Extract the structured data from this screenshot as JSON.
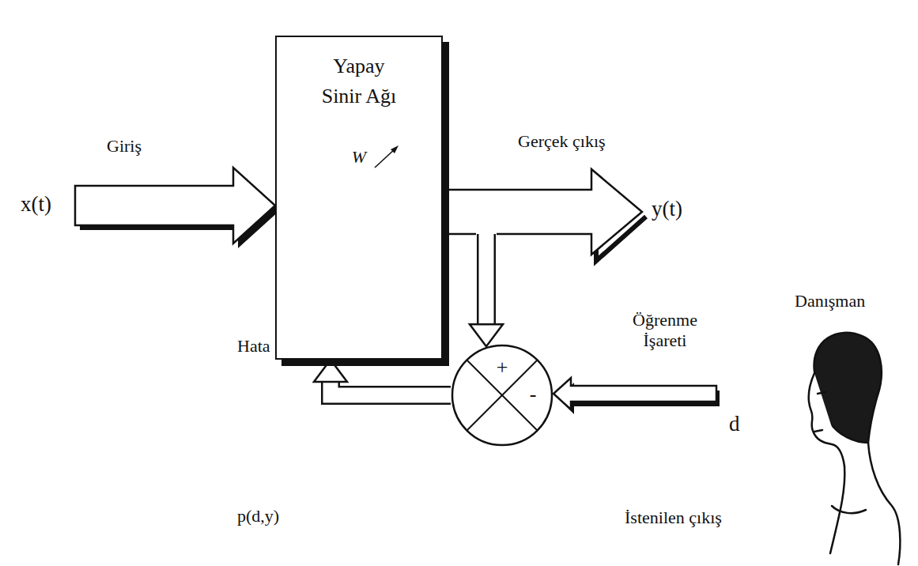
{
  "diagram": {
    "nodes": [
      {
        "text": [
          "Yapay Sinir Ağı",
          "W"
        ]
      },
      {
        "text": [
          "+",
          "-"
        ]
      }
    ],
    "edges": [
      {
        "from": 0,
        "to": 1,
        "arrow": "to"
      },
      {
        "from": 1,
        "to": 0,
        "arrow": "to"
      }
    ],
    "labels": [
      "Giriş",
      "x(t)",
      "Gerçek çıkış",
      "y(t)",
      "Hata",
      "p(d,y)",
      "Öğrenme İşareti",
      "d",
      "İstenilen çıkış",
      "Danışman"
    ]
  }
}
